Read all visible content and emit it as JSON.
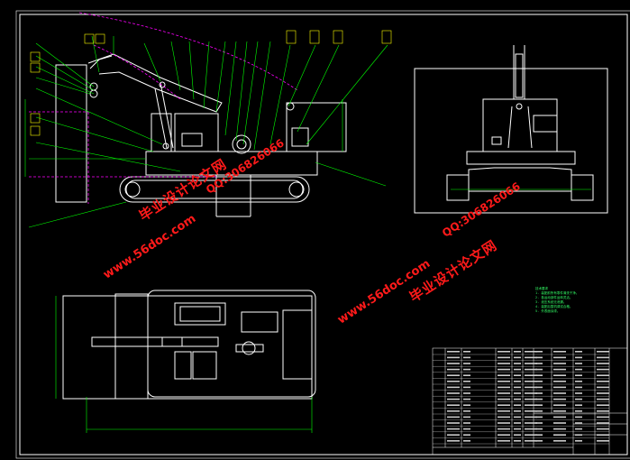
{
  "drawing": {
    "title": "",
    "background": "#000000",
    "colors": {
      "frame": "#ffffff",
      "outline": "#ffffff",
      "leader": "#00ff00",
      "boom_path": "#ff00ff",
      "dimension": "#00ff00",
      "label_box": "#ffff00",
      "watermark": "#ff1a1a"
    }
  },
  "watermarks": {
    "site_cn": "毕业设计论文网",
    "site_url": "www.56doc.com",
    "qq": "QQ:306826066"
  },
  "views": {
    "side": {
      "name": "side-elevation"
    },
    "front": {
      "name": "front-elevation"
    },
    "top": {
      "name": "plan-view"
    }
  },
  "technical_notes": {
    "heading": "技术要求",
    "lines": [
      "1. 装配前所有零件清洗干净。",
      "2. 各运动部件运转灵活。",
      "3. 液压系统无泄漏。",
      "4. 装配后整机调试合格。",
      "5. 外表面涂漆。"
    ]
  }
}
